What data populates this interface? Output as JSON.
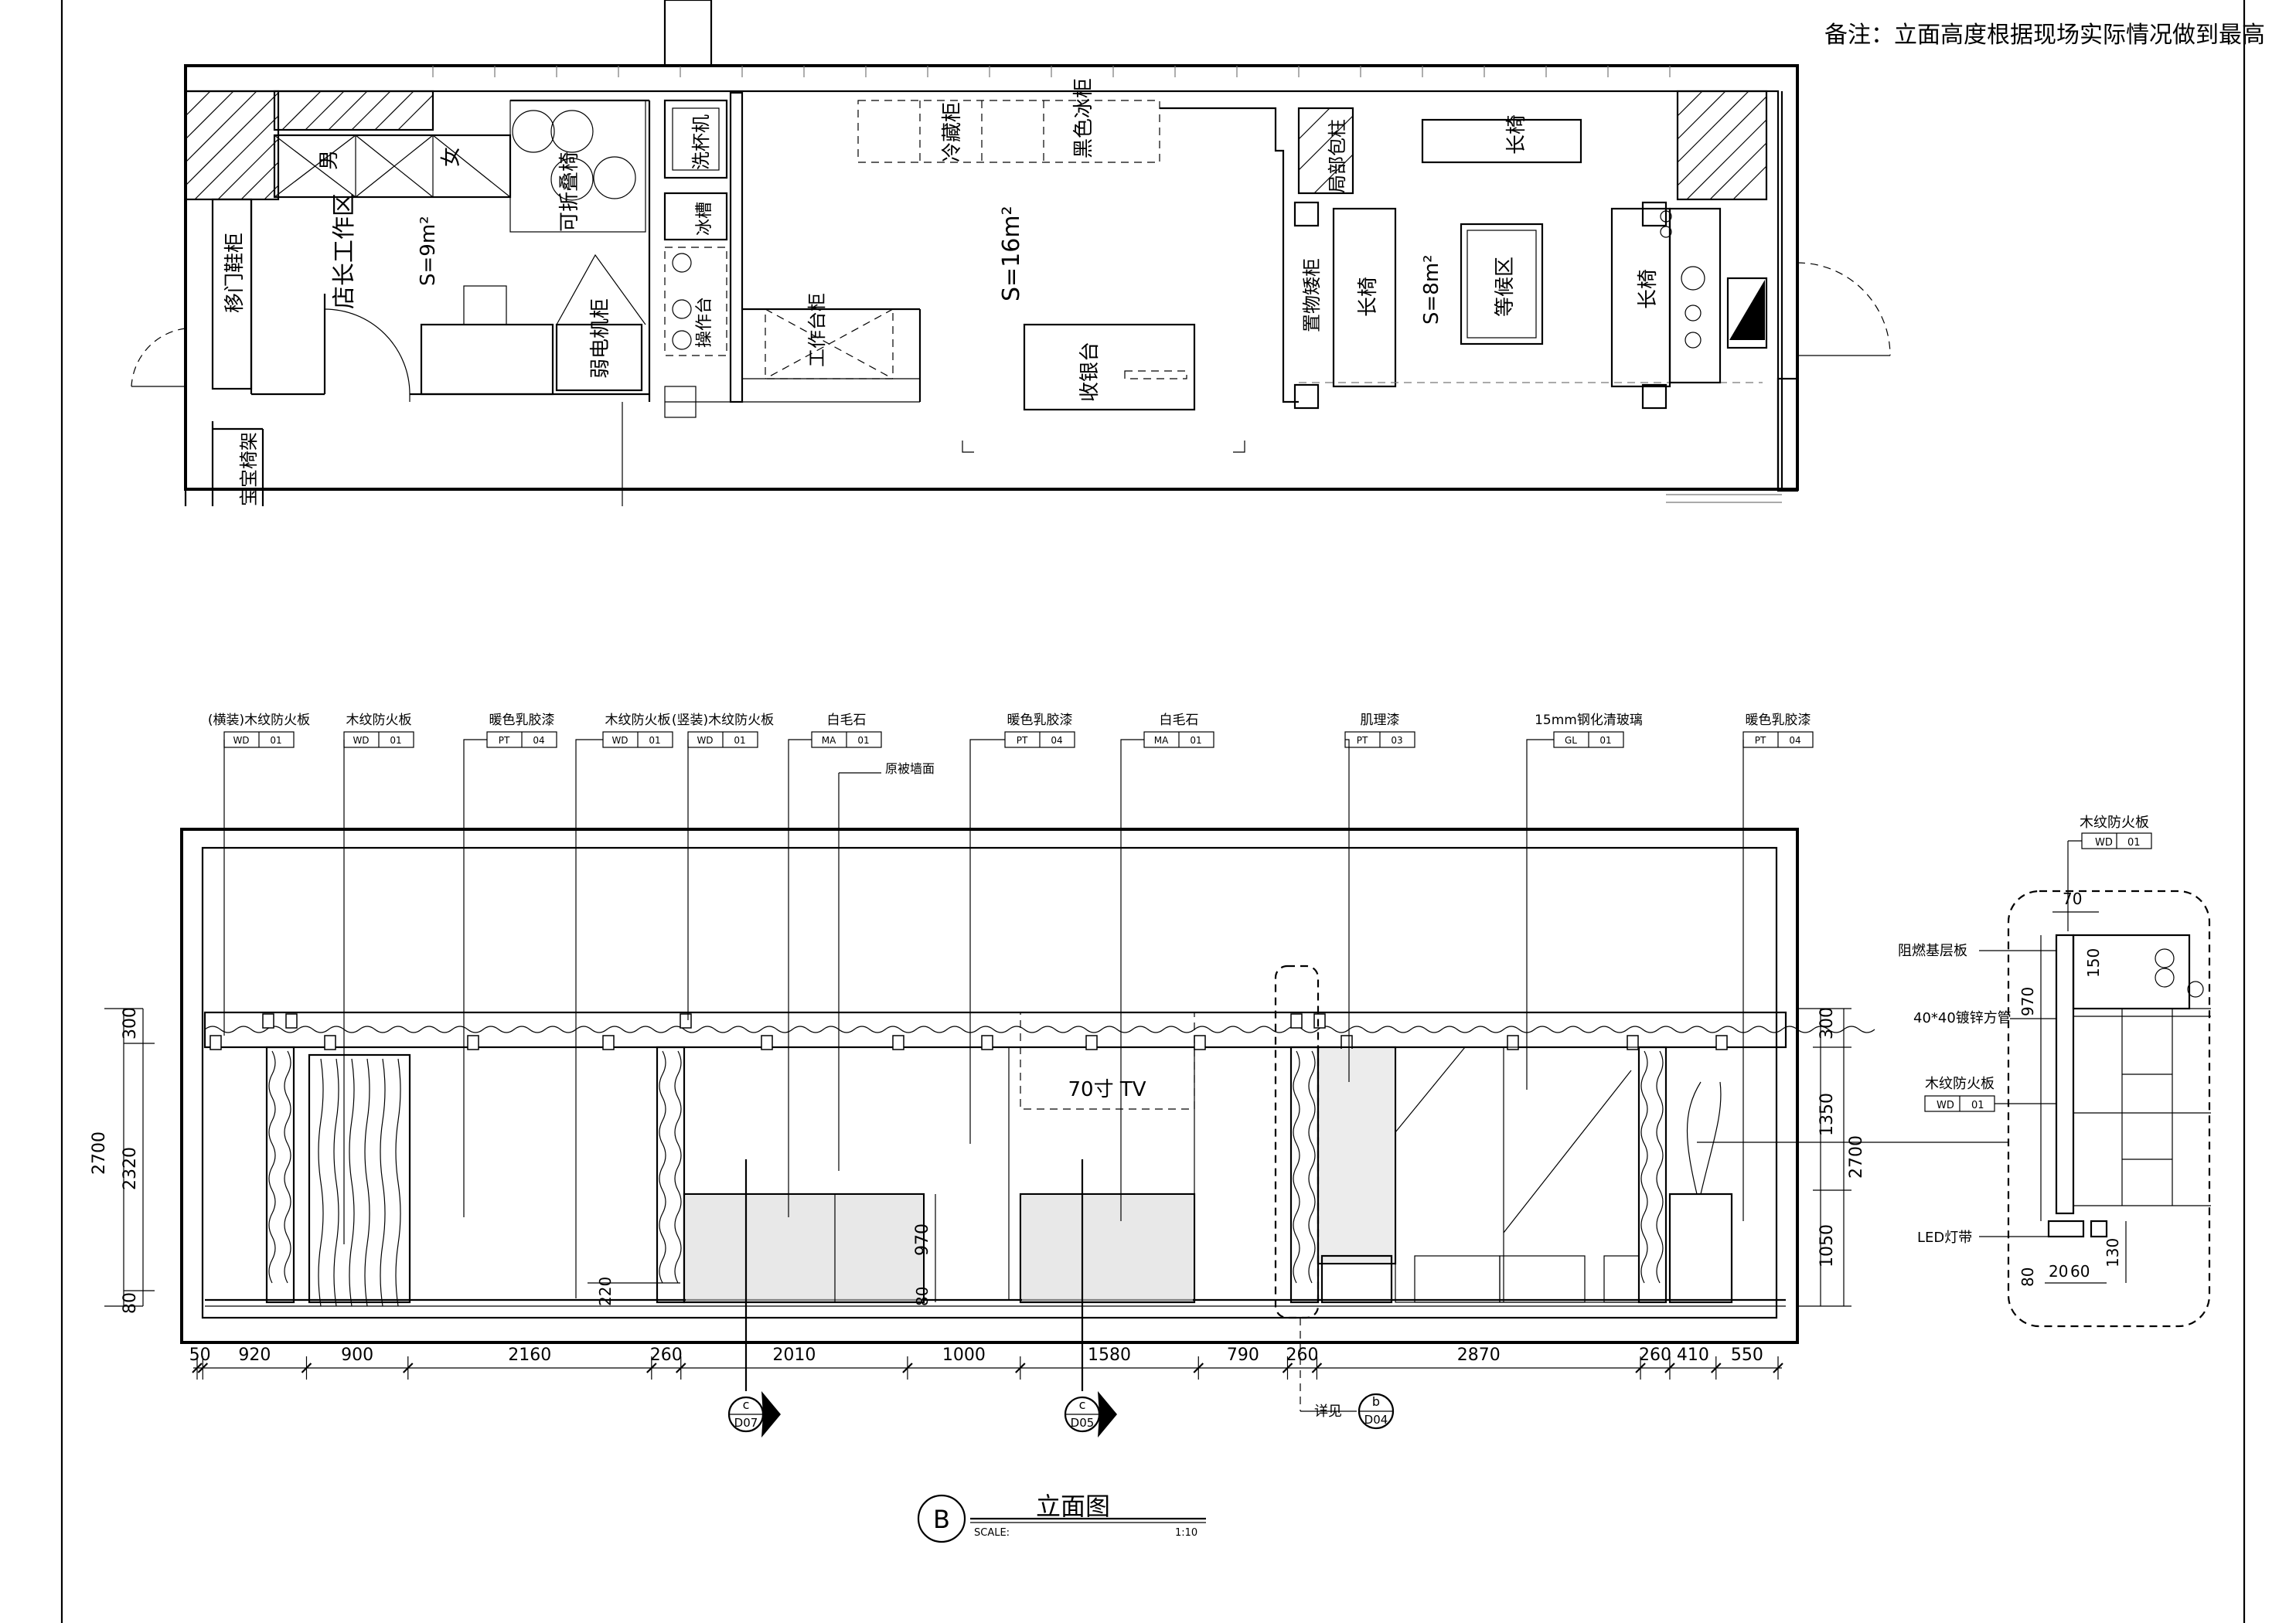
{
  "note": "备注：立面高度根据现场实际情况做到最高",
  "plan": {
    "labels": {
      "manager_area": "店长工作区",
      "area_9": "S=9m²",
      "area_16": "S=16m²",
      "area_8": "S=8m²",
      "male": "男",
      "female": "女",
      "folding_chair": "可折叠椅",
      "sliding_shoe_cabinet": "移门鞋柜",
      "weak_current_cabinet": "弱电机柜",
      "washer": "洗杯机",
      "ice_tank": "冰槽",
      "operation_table": "操作台",
      "work_cabinet": "工作台柜",
      "fridge_cabinet": "冷藏柜",
      "black_fridge": "黑色冰柜",
      "cashier": "收银台",
      "storage_low_cabinet": "置物矮柜",
      "partial_column": "局部包柱",
      "bench_1": "长椅",
      "bench_2": "长椅",
      "bench_3": "长椅",
      "waiting_area": "等候区",
      "baby_seat_rack": "宝宝椅架"
    }
  },
  "elevation": {
    "title": "立面图",
    "view_id": "B",
    "scale_label": "SCALE:",
    "scale_value": "1:10",
    "tv_label": "70寸 TV",
    "original_wall_label": "原被墙面",
    "tags": [
      {
        "name": "(横装)木纹防火板",
        "code": "WD",
        "num": "01"
      },
      {
        "name": "木纹防火板",
        "code": "WD",
        "num": "01"
      },
      {
        "name": "暖色乳胶漆",
        "code": "PT",
        "num": "04"
      },
      {
        "name": "木纹防火板",
        "code": "WD",
        "num": "01"
      },
      {
        "name": "(竖装)木纹防火板",
        "code": "WD",
        "num": "01"
      },
      {
        "name": "白毛石",
        "code": "MA",
        "num": "01"
      },
      {
        "name": "暖色乳胶漆",
        "code": "PT",
        "num": "04"
      },
      {
        "name": "白毛石",
        "code": "MA",
        "num": "01"
      },
      {
        "name": "肌理漆",
        "code": "PT",
        "num": "03"
      },
      {
        "name": "15mm钢化清玻璃",
        "code": "GL",
        "num": "01"
      },
      {
        "name": "暖色乳胶漆",
        "code": "PT",
        "num": "04"
      }
    ],
    "bottom_dims": [
      "50",
      "920",
      "900",
      "2160",
      "260",
      "2010",
      "1000",
      "1580",
      "790",
      "260",
      "2870",
      "260",
      "410",
      "550"
    ],
    "left_dims": {
      "total": "2700",
      "upper": "300",
      "main": "2320",
      "base": "80"
    },
    "right_dims": {
      "upper": "300",
      "mid": "1350",
      "lower": "1050",
      "total": "2700"
    },
    "inner_dims": {
      "d220": "220",
      "d970": "970",
      "d80": "80"
    },
    "section_marks": [
      {
        "letter": "c",
        "sheet": "D07"
      },
      {
        "letter": "c",
        "sheet": "D05"
      },
      {
        "letter": "b",
        "sheet": "D04",
        "note": "详见"
      }
    ]
  },
  "detail": {
    "top_tag": {
      "name": "木纹防火板",
      "code": "WD",
      "num": "01"
    },
    "labels": {
      "fire_board": "阻燃基层板",
      "square_tube": "40*40镀锌方管",
      "wood_board": "木纹防火板",
      "wood_code": "WD",
      "wood_num": "01",
      "led": "LED灯带"
    },
    "dims": {
      "d70": "70",
      "d150": "150",
      "d970": "970",
      "d80": "80",
      "d20": "20",
      "d60": "60",
      "d130": "130"
    }
  }
}
